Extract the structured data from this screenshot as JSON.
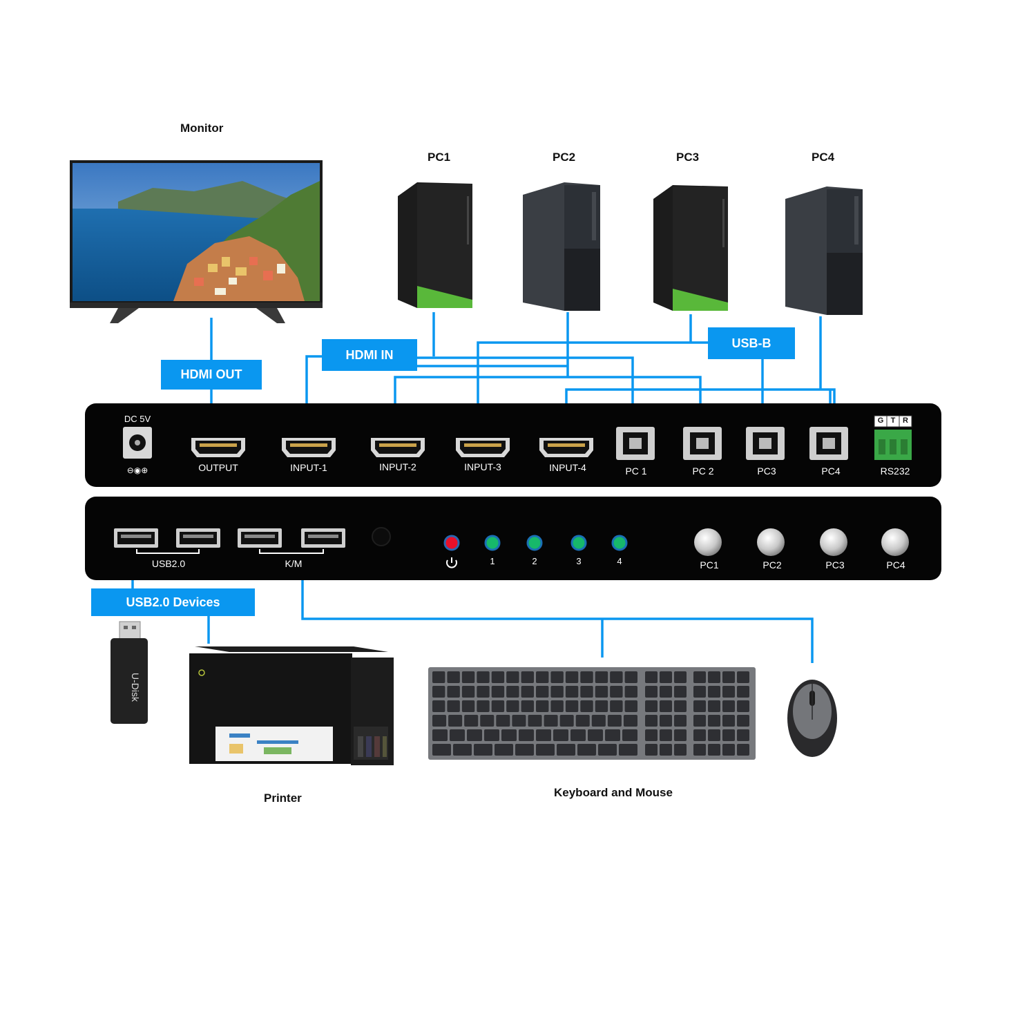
{
  "labels": {
    "monitor": "Monitor",
    "pc1": "PC1",
    "pc2": "PC2",
    "pc3": "PC3",
    "pc4": "PC4",
    "printer": "Printer",
    "keyboard_mouse": "Keyboard and Mouse"
  },
  "tags": {
    "hdmi_out": "HDMI OUT",
    "hdmi_in": "HDMI IN",
    "usb_b": "USB-B",
    "usb_devices": "USB2.0 Devices"
  },
  "rear_panel": {
    "dc": "DC 5V",
    "polarity": "⊖◉⊕",
    "output": "OUTPUT",
    "inputs": [
      "INPUT-1",
      "INPUT-2",
      "INPUT-3",
      "INPUT-4"
    ],
    "usb_b_ports": [
      "PC 1",
      "PC 2",
      "PC3",
      "PC4"
    ],
    "rs232": "RS232",
    "rs232_pins": [
      "G",
      "T",
      "R"
    ]
  },
  "front_panel": {
    "usb20": "USB2.0",
    "km": "K/M",
    "led_numbers": [
      "1",
      "2",
      "3",
      "4"
    ],
    "buttons": [
      "PC1",
      "PC2",
      "PC3",
      "PC4"
    ]
  },
  "udisk": "U-Disk",
  "colors": {
    "line": "#0a97f0",
    "panel": "#050505",
    "power_led": "#e8102a",
    "pc_led": "#17b86a",
    "terminal": "#3aa847"
  }
}
